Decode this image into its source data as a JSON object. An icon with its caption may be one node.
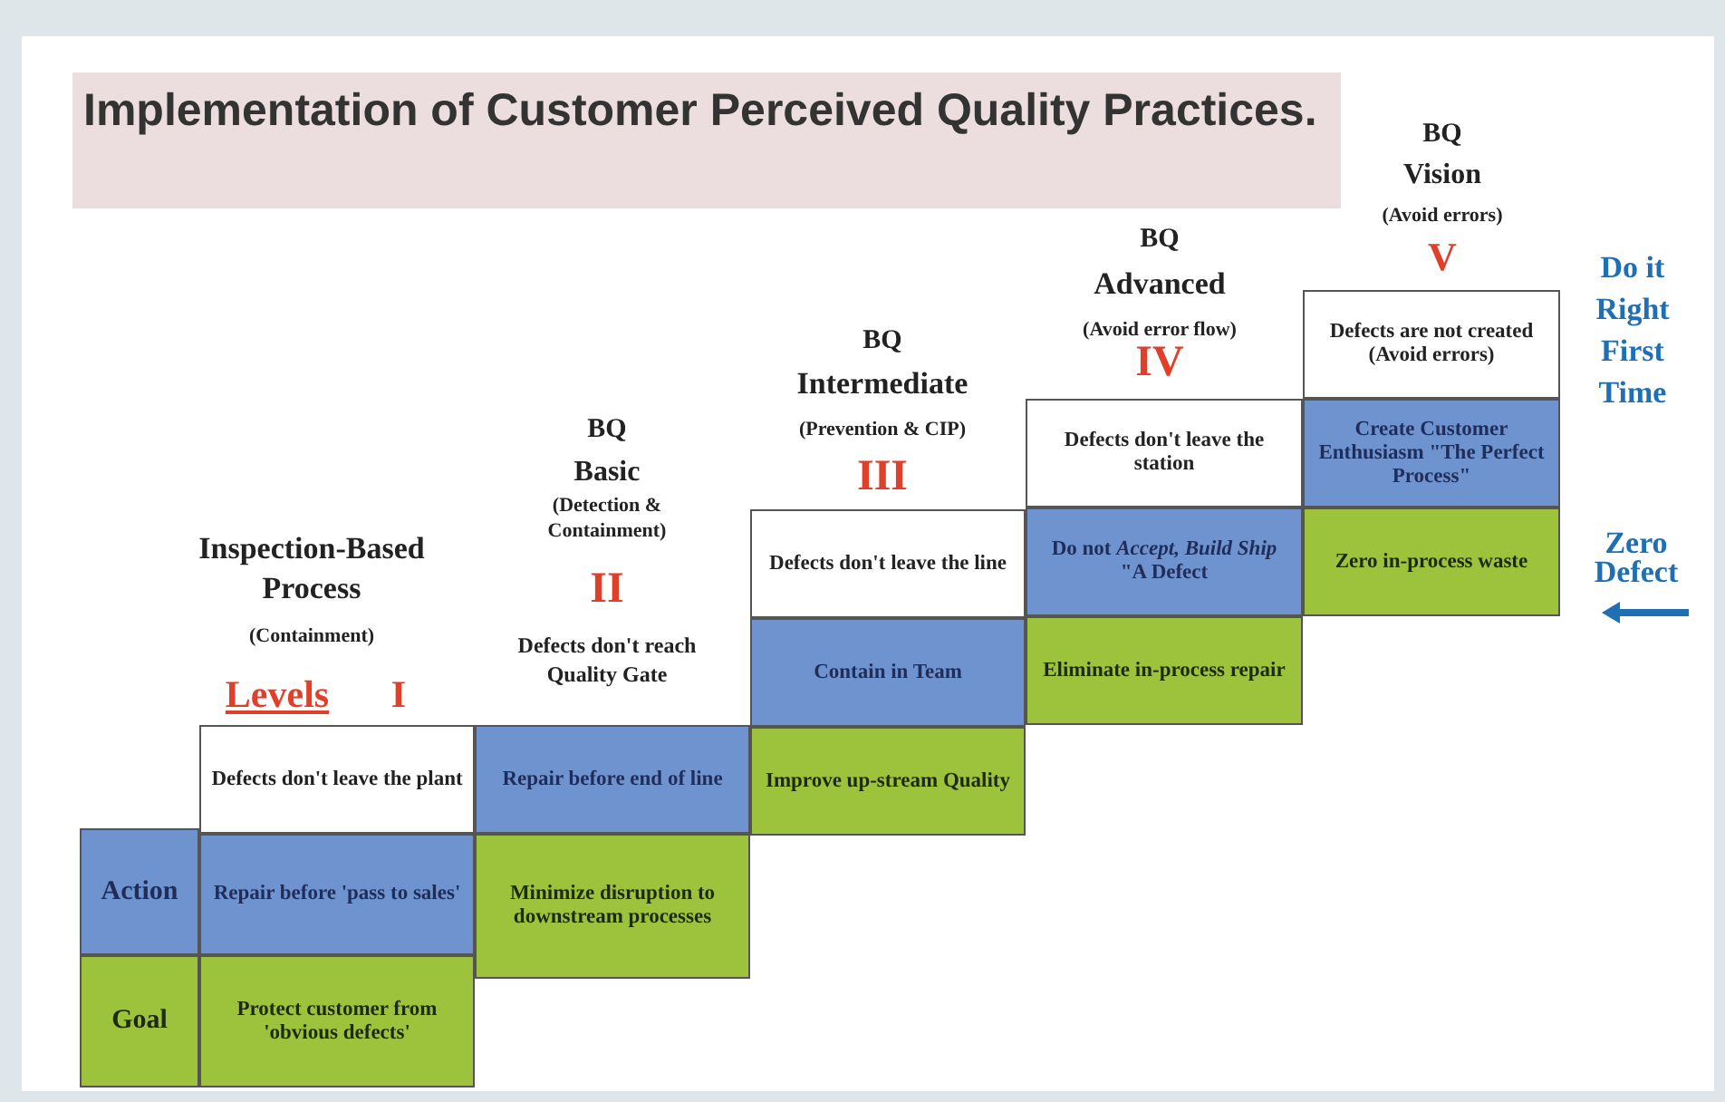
{
  "diagram": {
    "title": "Implementation of Customer Perceived Quality Practices.",
    "nodes": [
      {
        "text": [
          "Action"
        ]
      },
      {
        "text": [
          "Goal"
        ]
      },
      {
        "text": [
          "Defects don't leave the plant"
        ]
      },
      {
        "text": [
          "Repair before 'pass to sales'"
        ]
      },
      {
        "text": [
          "Protect customer from 'obvious defects'"
        ]
      },
      {
        "text": [
          "Repair before end of line"
        ]
      },
      {
        "text": [
          "Minimize disruption to downstream processes"
        ]
      },
      {
        "text": [
          "Defects don't leave the line"
        ]
      },
      {
        "text": [
          "Contain in Team"
        ]
      },
      {
        "text": [
          "Improve up-stream Quality"
        ]
      },
      {
        "text": [
          "Defects don't leave the station"
        ]
      },
      {
        "text": [
          "Do not *Accept, Build Ship* \"A Defect"
        ]
      },
      {
        "text": [
          "Eliminate in-process repair"
        ]
      },
      {
        "text": [
          "Defects are not created (Avoid errors)"
        ]
      },
      {
        "text": [
          "Create Customer Enthusiasm \"The Perfect Process\""
        ]
      },
      {
        "text": [
          "Zero in-process waste"
        ]
      }
    ],
    "labels": [
      "BQ",
      "Vision",
      "(Avoid errors)",
      "V",
      "BQ",
      "Advanced",
      "(Avoid error flow)",
      "IV",
      "Do it Right First Time",
      "BQ",
      "Intermediate",
      "(Prevention & CIP)",
      "III",
      "BQ",
      "Basic",
      "(Detection & Containment)",
      "II",
      "Inspection-Based Process",
      "(Containment)",
      "Zero Defect",
      "Levels",
      "I",
      "Defects don't reach Quality Gate"
    ]
  }
}
